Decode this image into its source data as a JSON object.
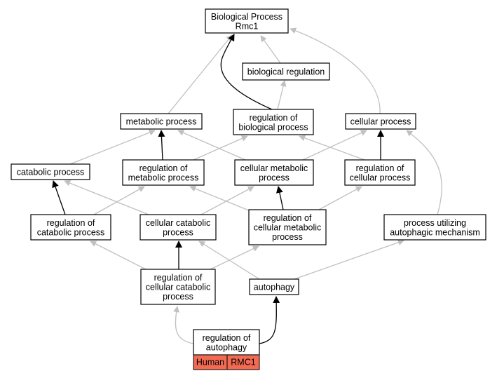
{
  "colors": {
    "gray_edge": "#c0c0c0",
    "black_edge": "#000000",
    "tag_fill": "#f26a52"
  },
  "nodes": {
    "bp": {
      "lines": [
        "Biological Process",
        "Rmc1"
      ]
    },
    "breg": {
      "lines": [
        "biological regulation"
      ]
    },
    "met": {
      "lines": [
        "metabolic process"
      ]
    },
    "rbp": {
      "lines": [
        "regulation of",
        "biological process"
      ]
    },
    "cell": {
      "lines": [
        "cellular process"
      ]
    },
    "cat": {
      "lines": [
        "catabolic process"
      ]
    },
    "rmet": {
      "lines": [
        "regulation of",
        "metabolic process"
      ]
    },
    "cmet": {
      "lines": [
        "cellular metabolic",
        "process"
      ]
    },
    "rcell": {
      "lines": [
        "regulation of",
        "cellular process"
      ]
    },
    "rcat": {
      "lines": [
        "regulation of",
        "catabolic process"
      ]
    },
    "ccat": {
      "lines": [
        "cellular catabolic",
        "process"
      ]
    },
    "rcmet": {
      "lines": [
        "regulation of",
        "cellular metabolic",
        "process"
      ]
    },
    "pam": {
      "lines": [
        "process utilizing",
        "autophagic mechanism"
      ]
    },
    "rccat": {
      "lines": [
        "regulation of",
        "cellular catabolic",
        "process"
      ]
    },
    "auto": {
      "lines": [
        "autophagy"
      ]
    },
    "raut": {
      "lines": [
        "regulation of",
        "autophagy"
      ]
    }
  },
  "tags": {
    "species": "Human",
    "gene": "RMC1"
  }
}
